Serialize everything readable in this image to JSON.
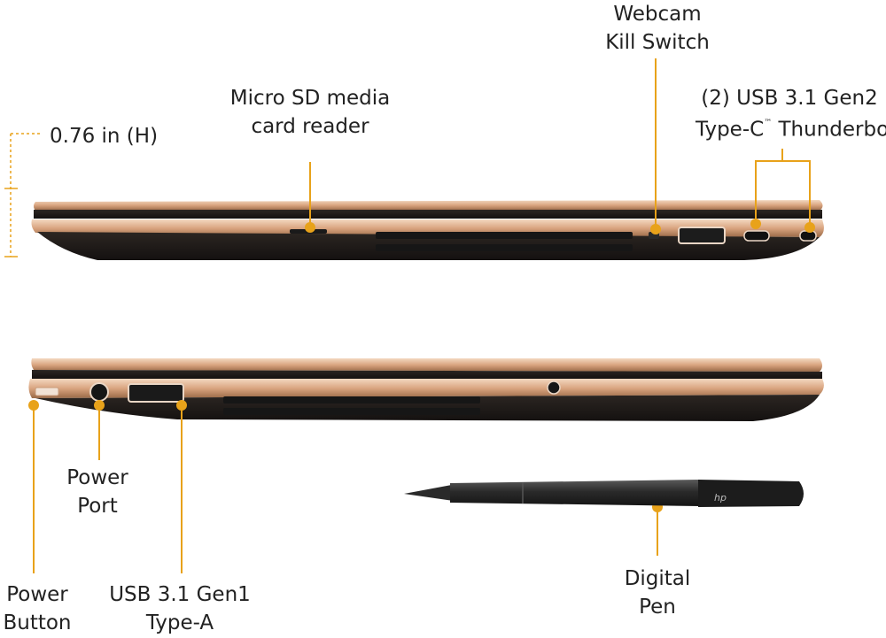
{
  "accent_color": "#e8a21a",
  "pen_brand_mark": "hp",
  "callouts": {
    "height": {
      "text": "0.76 in (H)"
    },
    "micro_sd": {
      "line1": "Micro SD media",
      "line2": "card reader"
    },
    "webcam": {
      "line1": "Webcam",
      "line2": "Kill Switch"
    },
    "usb_c": {
      "line1": "(2) USB 3.1 Gen2",
      "line2_pre": "Type-C",
      "line2_tm": "™",
      "line2_post": " Thunderbolt"
    },
    "power_port": {
      "line1": "Power",
      "line2": "Port"
    },
    "power_button": {
      "line1": "Power",
      "line2": "Button"
    },
    "usb_a": {
      "line1": "USB 3.1 Gen1",
      "line2": "Type-A"
    },
    "digital_pen": {
      "line1": "Digital",
      "line2": "Pen"
    }
  }
}
